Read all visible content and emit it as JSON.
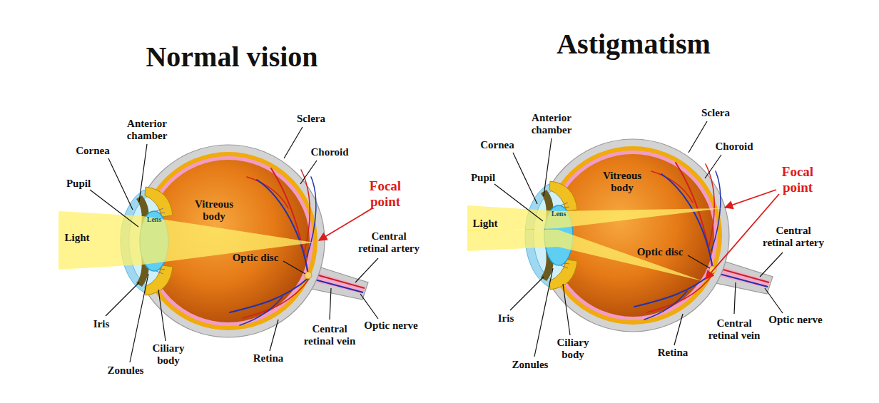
{
  "diagram": {
    "labels": [
      "Normal vision",
      "Anterior chamber",
      "Sclera",
      "Cornea",
      "Choroid",
      "Pupil",
      "Vitreous body",
      "Focal point",
      "Lens",
      "Light",
      "Central retinal artery",
      "Optic disc",
      "Iris",
      "Optic nerve",
      "Zonules",
      "Ciliary body",
      "Central retinal vein",
      "Retina",
      "Astigmatism",
      "Anterior chamber",
      "Sclera",
      "Cornea",
      "Choroid",
      "Pupil",
      "Vitreous body",
      "Focal point",
      "Lens",
      "Light",
      "Central retinal artery",
      "Optic disc",
      "Iris",
      "Optic nerve",
      "Zonules",
      "Ciliary body",
      "Central retinal vein",
      "Retina"
    ]
  }
}
